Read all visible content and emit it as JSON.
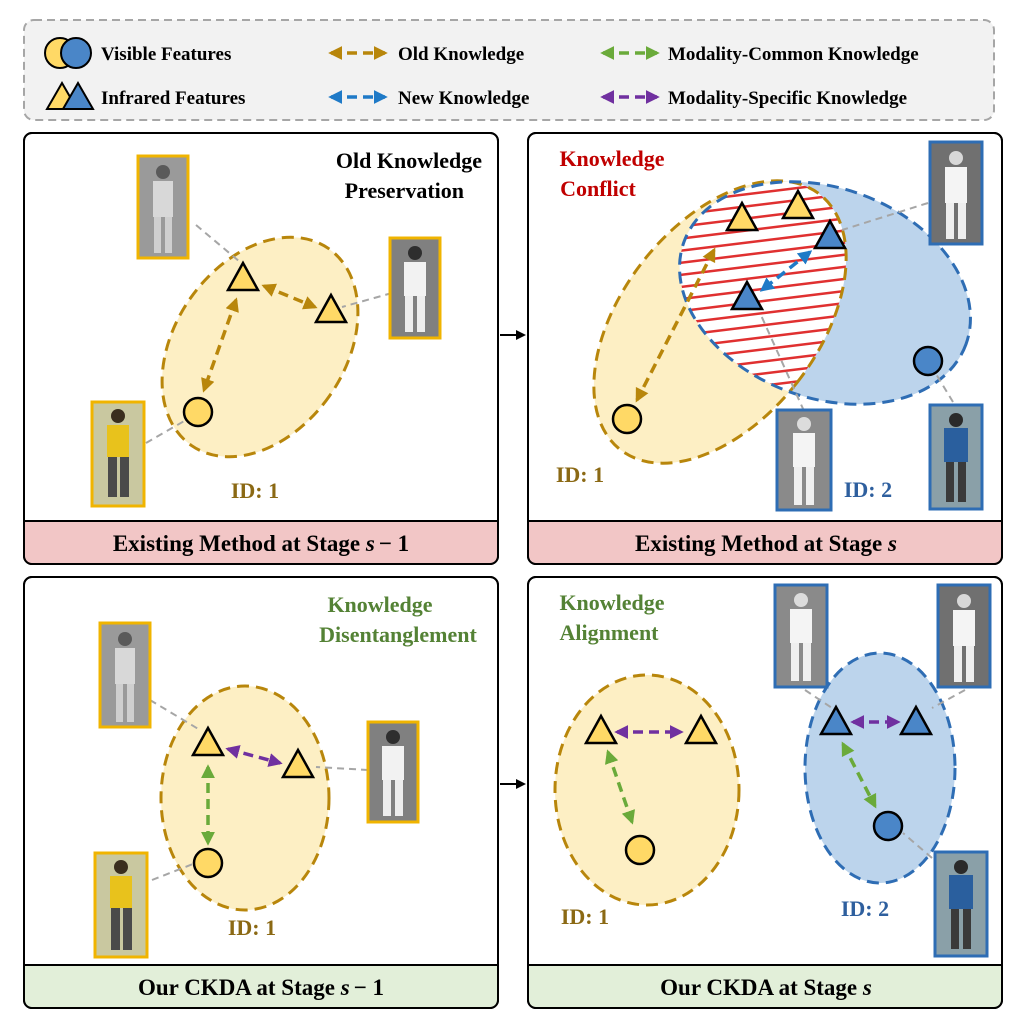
{
  "legend": {
    "visible": "Visible Features",
    "infrared": "Infrared Features",
    "old": "Old Knowledge",
    "new": "New Knowledge",
    "common": "Modality-Common Knowledge",
    "specific": "Modality-Specific Knowledge"
  },
  "panel_tl": {
    "title_line1": "Old Knowledge",
    "title_line2": "Preservation",
    "id_label": "ID: 1",
    "footer_prefix": "Existing Method at Stage ",
    "footer_var": "s",
    "footer_suffix": "− 1"
  },
  "panel_tr": {
    "title_line1": "Knowledge",
    "title_line2": "Conflict",
    "id1_label": "ID: 1",
    "id2_label": "ID: 2",
    "footer_prefix": "Existing Method at Stage ",
    "footer_var": "s"
  },
  "panel_bl": {
    "title_line1": "Knowledge",
    "title_line2": "Disentanglement",
    "id_label": "ID: 1",
    "footer_prefix": "Our CKDA at Stage ",
    "footer_var": "s",
    "footer_suffix": "− 1"
  },
  "panel_br": {
    "title_line1": "Knowledge",
    "title_line2": "Alignment",
    "id1_label": "ID: 1",
    "id2_label": "ID: 2",
    "footer_prefix": "Our CKDA at Stage ",
    "footer_var": "s"
  },
  "colors": {
    "old_knowledge": "#b8860b",
    "new_knowledge": "#1f7ac7",
    "modality_common": "#6aaa3a",
    "modality_specific": "#7030a0",
    "yellow_feature": "#ffd966",
    "blue_feature": "#4a86c8",
    "id1_text": "#8b6914",
    "id2_text": "#2e5f9e",
    "title_red": "#c00000",
    "title_green": "#548235",
    "footer_pink": "#f2c6c6",
    "footer_green": "#e2efd9"
  }
}
